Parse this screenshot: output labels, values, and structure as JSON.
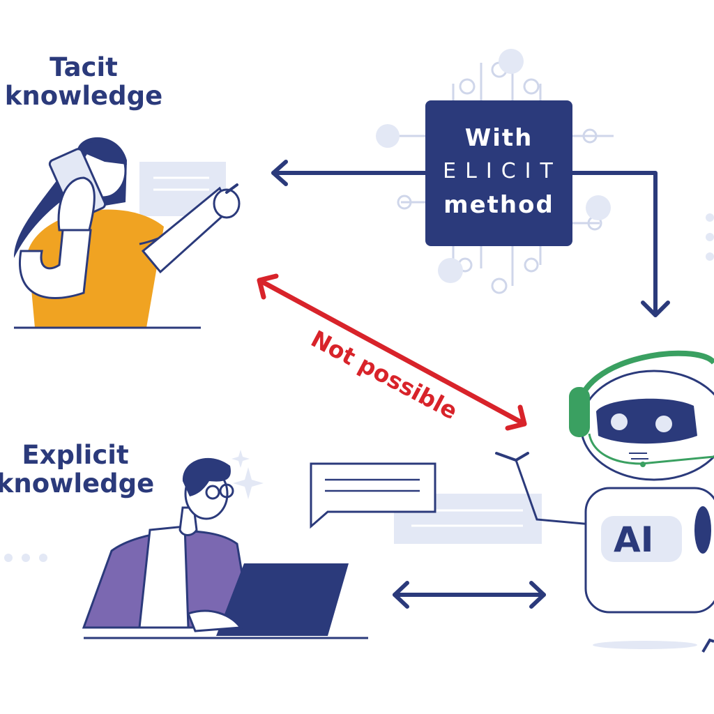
{
  "labels": {
    "tacit": "Tacit knowledge",
    "explicit": "Explicit knowledge",
    "method_with": "With",
    "method_elicit": "ELICIT",
    "method_method": "method",
    "not_possible": "Not possible",
    "ai": "AI"
  },
  "colors": {
    "navy": "#2b3a7b",
    "red": "#d8232a",
    "orange": "#f0a322",
    "purple": "#7b68b1",
    "green": "#3aa061",
    "light_blue": "#e3e8f5"
  },
  "icons": [
    "woman-on-phone-icon",
    "man-at-laptop-icon",
    "ai-robot-icon",
    "chat-bubble-icon",
    "circuit-decoration-icon"
  ]
}
